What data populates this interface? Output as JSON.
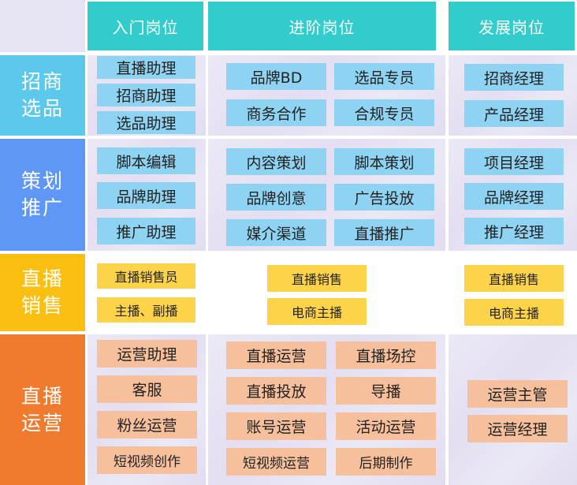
{
  "headers": {
    "entry": "入门岗位",
    "advanced": "进阶岗位",
    "development": "发展岗位"
  },
  "categories": {
    "recruit": {
      "line1": "招商",
      "line2": "选品"
    },
    "planning": {
      "line1": "策划",
      "line2": "推广"
    },
    "livesales": {
      "line1": "直播",
      "line2": "销售"
    },
    "operations": {
      "line1": "直播",
      "line2": "运营"
    }
  },
  "recruit": {
    "entry": [
      "直播助理",
      "招商助理",
      "选品助理"
    ],
    "advanced": [
      "品牌BD",
      "选品专员",
      "商务合作",
      "合规专员"
    ],
    "development": [
      "招商经理",
      "产品经理"
    ]
  },
  "planning": {
    "entry": [
      "脚本编辑",
      "品牌助理",
      "推广助理"
    ],
    "advanced": [
      "内容策划",
      "脚本策划",
      "品牌创意",
      "广告投放",
      "媒介渠道",
      "直播推广"
    ],
    "development": [
      "项目经理",
      "品牌经理",
      "推广经理"
    ]
  },
  "livesales": {
    "entry": [
      "直播销售员",
      "主播、副播"
    ],
    "advanced": [
      "直播销售",
      "电商主播"
    ],
    "development": [
      "直播销售",
      "电商主播"
    ]
  },
  "operations": {
    "entry": [
      "运营助理",
      "客服",
      "粉丝运营",
      "短视频创作"
    ],
    "advanced": [
      "直播运营",
      "直播场控",
      "直播投放",
      "导播",
      "账号运营",
      "活动运营",
      "短视频运营",
      "后期制作"
    ],
    "development": [
      "运营主管",
      "运营经理"
    ]
  },
  "colors": {
    "header": "#33cccc",
    "recruit": "#5bc8ec",
    "planning": "#5e97f5",
    "livesales": "#fbbf12",
    "operations": "#f07a2e",
    "box_blue": "#8fd3f2",
    "box_yellow": "#fdd34a",
    "box_peach": "#f7c09c"
  }
}
